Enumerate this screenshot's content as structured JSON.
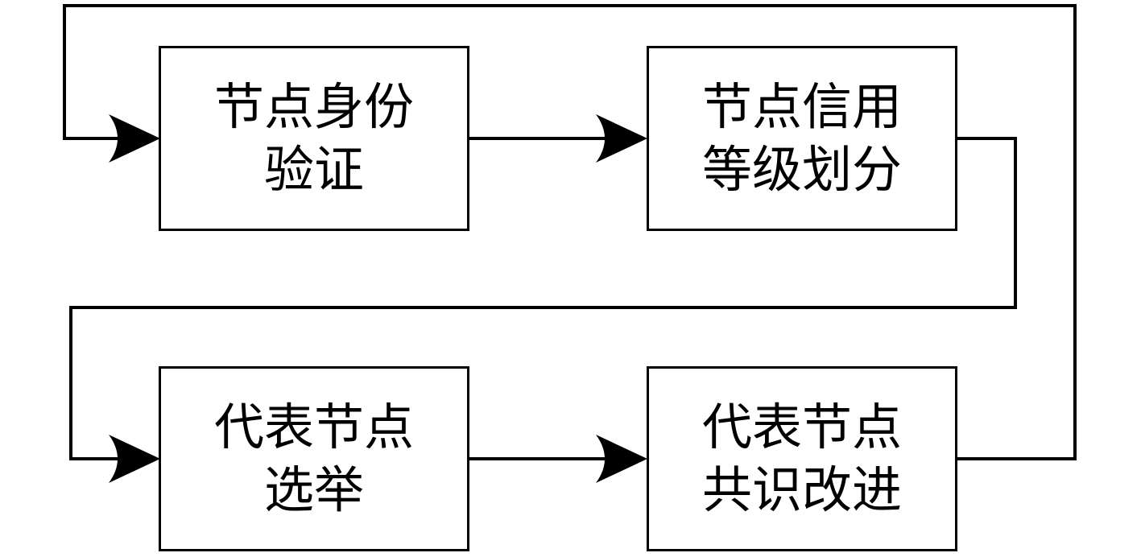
{
  "diagram": {
    "stroke_color": "#000000",
    "background_color": "#ffffff",
    "nodes": {
      "identity": {
        "line1": "节点身份",
        "line2": "验证"
      },
      "credit": {
        "line1": "节点信用",
        "line2": "等级划分"
      },
      "election": {
        "line1": "代表节点",
        "line2": "选举"
      },
      "consensus": {
        "line1": "代表节点",
        "line2": "共识改进"
      }
    },
    "edges": [
      {
        "from": "identity",
        "to": "credit"
      },
      {
        "from": "credit",
        "to": "election"
      },
      {
        "from": "election",
        "to": "consensus"
      },
      {
        "from": "consensus",
        "to": "identity"
      }
    ]
  }
}
